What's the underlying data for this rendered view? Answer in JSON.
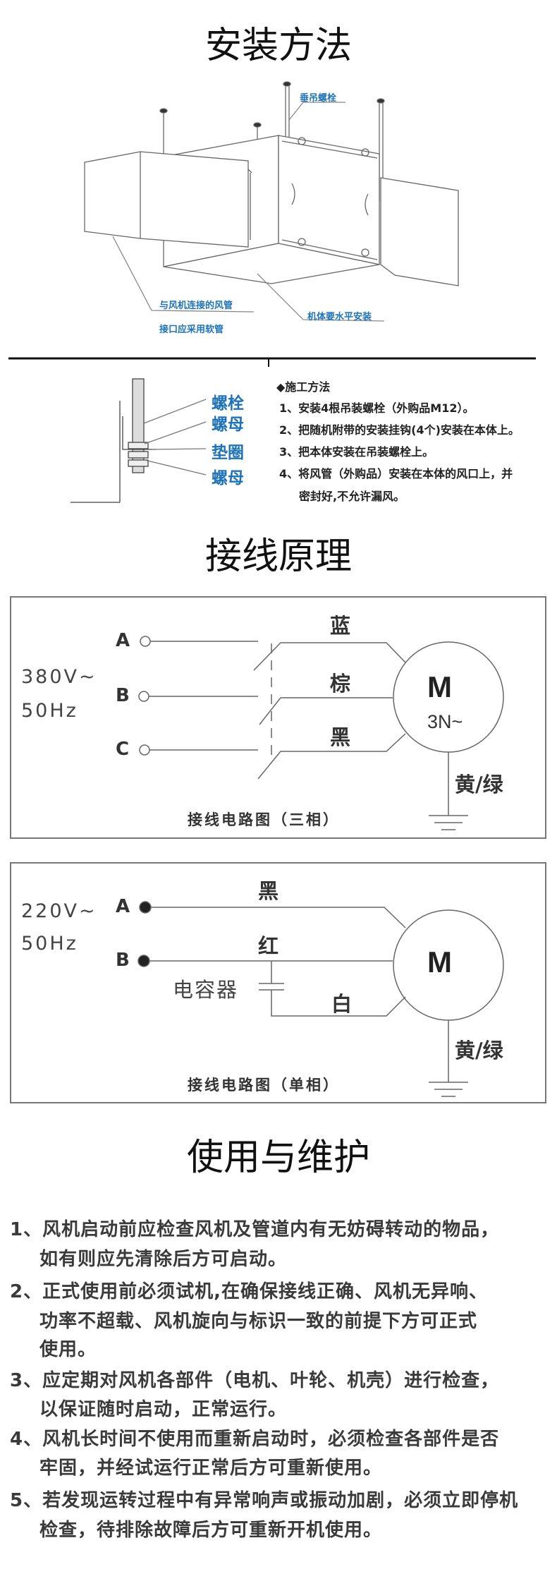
{
  "install": {
    "title": "安装方法",
    "labels": {
      "hanging_bolt": "垂吊螺栓",
      "duct": "与风机连接的风管",
      "flex": "接口应采用软管",
      "level": "机体要水平安装"
    },
    "bolt_parts": [
      "螺栓",
      "螺母",
      "垫圈",
      "螺母"
    ],
    "method_title": "◆施工方法",
    "steps": [
      "1、安装4根吊装螺栓（外购品M12）。",
      "2、把随机附带的安装挂钩(4个)安装在本体上。",
      "3、把本体安装在吊装螺栓上。",
      "4、将风管（外购品）安装在本体的风口上，并",
      "密封好,不允许漏风。"
    ]
  },
  "wiring": {
    "title": "接线原理",
    "three_phase": {
      "voltage": "380V~",
      "freq": "50Hz",
      "terminals": [
        "A",
        "B",
        "C"
      ],
      "wires": [
        "蓝",
        "棕",
        "黑"
      ],
      "motor": "M",
      "motor_type": "3N~",
      "ground": "黄/绿",
      "caption": "接线电路图（三相）"
    },
    "single_phase": {
      "voltage": "220V~",
      "freq": "50Hz",
      "terminals": [
        "A",
        "B"
      ],
      "wires": [
        "黑",
        "红",
        "白"
      ],
      "capacitor": "电容器",
      "motor": "M",
      "ground": "黄/绿",
      "caption": "接线电路图（单相）"
    }
  },
  "maintenance": {
    "title": "使用与维护",
    "lines": [
      "1、风机启动前应检查风机及管道内有无妨碍转动的物品，",
      "如有则应先清除后方可启动。",
      "2、正式使用前必须试机,在确保接线正确、风机无异响、",
      "功率不超载、风机旋向与标识一致的前提下方可正式",
      "使用。",
      "3、应定期对风机各部件（电机、叶轮、机壳）进行检查，",
      "以保证随时启动，正常运行。",
      "4、风机长时间不使用而重新启动时，必须检查各部件是否",
      "牢固，并经试运行正常后方可重新使用。",
      "5、若发现运转过程中有异常响声或振动加剧，必须立即停机",
      "检查，待排除故障后方可重新开机使用。"
    ]
  },
  "colors": {
    "label_blue": "#1e73b8",
    "text": "#222222"
  }
}
